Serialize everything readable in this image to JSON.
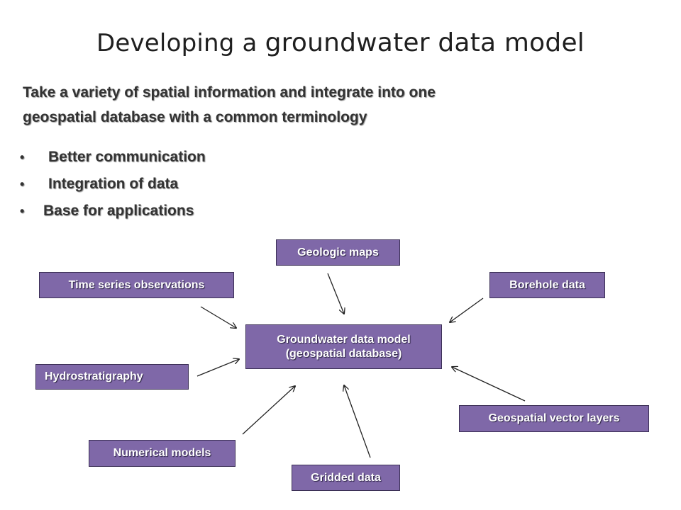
{
  "slide": {
    "title_part1": "Developing a ",
    "title_part2": "groundwater data model",
    "intro_line1": "Take a variety of spatial information and integrate into one",
    "intro_line2": "geospatial database with a common terminology",
    "bullets": [
      "Better communication",
      "Integration of data",
      "Base for applications"
    ],
    "bullet_glyph": "•"
  },
  "diagram": {
    "center_line1": "Groundwater data model",
    "center_line2": "(geospatial database)",
    "nodes": {
      "geologic_maps": "Geologic maps",
      "time_series": "Time series observations",
      "borehole_data": "Borehole data",
      "hydrostratigraphy": "Hydrostratigraphy",
      "geospatial_vector_layers": "Geospatial vector layers",
      "numerical_models": "Numerical models",
      "gridded_data": "Gridded data"
    },
    "colors": {
      "box_fill": "#7f68a8",
      "box_border": "#3b2f55",
      "arrow": "#222222"
    }
  }
}
